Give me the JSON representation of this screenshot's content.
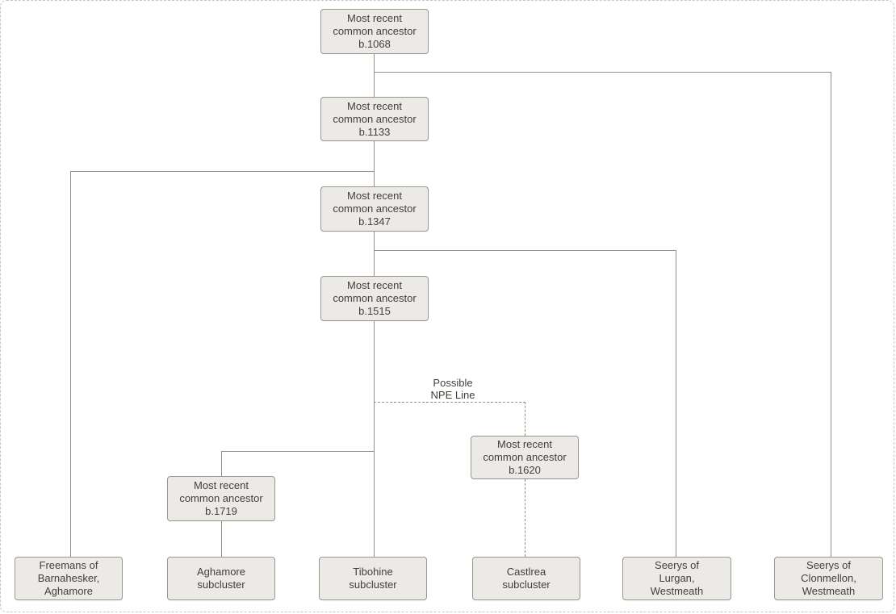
{
  "diagram": {
    "type": "family-tree",
    "colors": {
      "box_fill": "#eceae6",
      "box_border": "#9c958c",
      "text_color": "#453e38",
      "line_color": "#978f85",
      "frame_border": "#c6c6c6",
      "background": "#ffffff"
    },
    "nodes": {
      "mrca_1068": {
        "label": [
          "Most recent",
          "common ancestor",
          "b.1068"
        ]
      },
      "mrca_1133": {
        "label": [
          "Most recent",
          "common ancestor",
          "b.1133"
        ]
      },
      "mrca_1347": {
        "label": [
          "Most recent",
          "common ancestor",
          "b.1347"
        ]
      },
      "mrca_1515": {
        "label": [
          "Most recent",
          "common ancestor",
          "b.1515"
        ]
      },
      "mrca_1620": {
        "label": [
          "Most recent",
          "common ancestor",
          "b.1620"
        ]
      },
      "mrca_1719": {
        "label": [
          "Most recent",
          "common ancestor",
          "b.1719"
        ]
      },
      "freemans_barnahesker": {
        "label": [
          "Freemans of",
          "Barnahesker,",
          "Aghamore"
        ]
      },
      "aghamore_subcluster": {
        "label": [
          "Aghamore",
          "subcluster"
        ]
      },
      "tibohine_subcluster": {
        "label": [
          "Tibohine",
          "subcluster"
        ]
      },
      "castlrea_subcluster": {
        "label": [
          "Castlrea",
          "subcluster"
        ]
      },
      "seerys_lurgan": {
        "label": [
          "Seerys of",
          "Lurgan,",
          "Westmeath"
        ]
      },
      "seerys_clonmellon": {
        "label": [
          "Seerys of",
          "Clonmellon,",
          "Westmeath"
        ]
      }
    },
    "annotations": {
      "npe_label": [
        "Possible",
        "NPE Line"
      ]
    }
  }
}
